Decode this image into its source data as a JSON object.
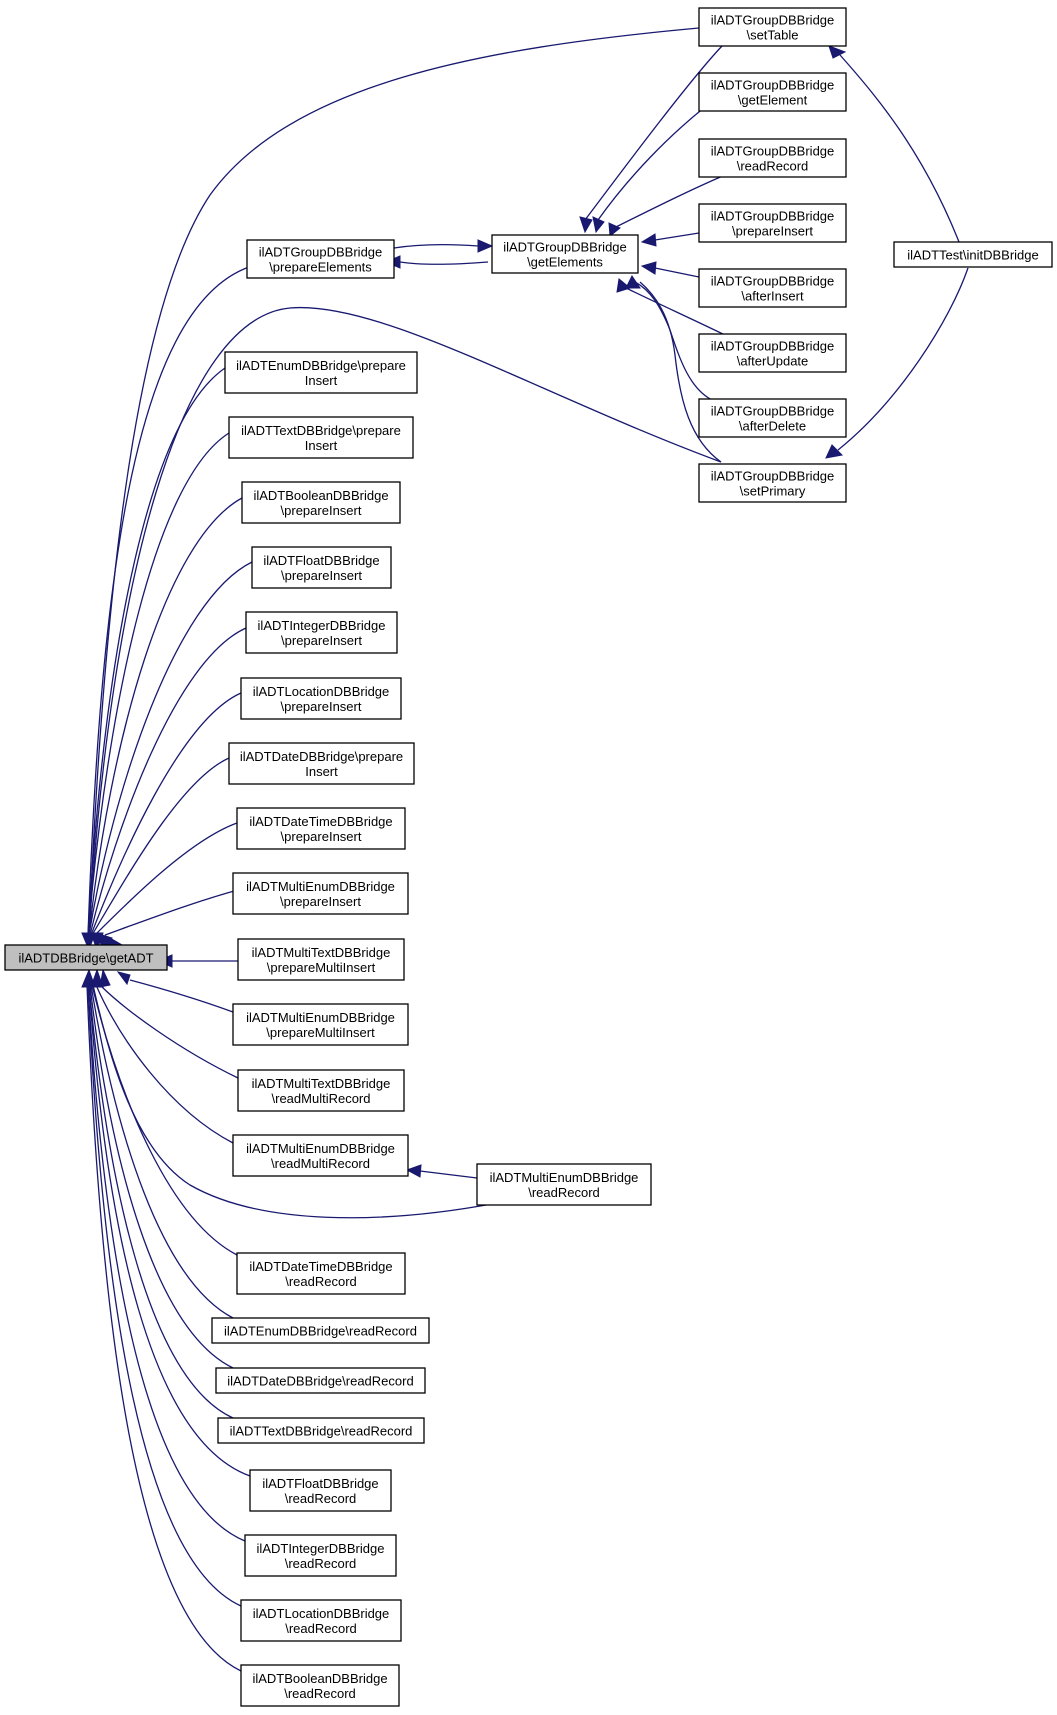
{
  "colors": {
    "edge": "#191970",
    "root_fill": "#bfbfbf",
    "node_fill": "#ffffff",
    "border": "#000000"
  },
  "nodes": {
    "root": {
      "lines": [
        "ilADTDBBridge\\getADT"
      ]
    },
    "grp_setTable": {
      "lines": [
        "ilADTGroupDBBridge",
        "\\setTable"
      ]
    },
    "grp_getElement": {
      "lines": [
        "ilADTGroupDBBridge",
        "\\getElement"
      ]
    },
    "grp_readRecord": {
      "lines": [
        "ilADTGroupDBBridge",
        "\\readRecord"
      ]
    },
    "grp_prepareInsert": {
      "lines": [
        "ilADTGroupDBBridge",
        "\\prepareInsert"
      ]
    },
    "grp_afterInsert": {
      "lines": [
        "ilADTGroupDBBridge",
        "\\afterInsert"
      ]
    },
    "grp_afterUpdate": {
      "lines": [
        "ilADTGroupDBBridge",
        "\\afterUpdate"
      ]
    },
    "grp_afterDelete": {
      "lines": [
        "ilADTGroupDBBridge",
        "\\afterDelete"
      ]
    },
    "grp_setPrimary": {
      "lines": [
        "ilADTGroupDBBridge",
        "\\setPrimary"
      ]
    },
    "test_init": {
      "lines": [
        "ilADTTest\\initDBBridge"
      ]
    },
    "grp_getElements": {
      "lines": [
        "ilADTGroupDBBridge",
        "\\getElements"
      ]
    },
    "grp_prepareElements": {
      "lines": [
        "ilADTGroupDBBridge",
        "\\prepareElements"
      ]
    },
    "enum_prepareInsert": {
      "lines": [
        "ilADTEnumDBBridge\\prepare",
        "Insert"
      ]
    },
    "text_prepareInsert": {
      "lines": [
        "ilADTTextDBBridge\\prepare",
        "Insert"
      ]
    },
    "bool_prepareInsert": {
      "lines": [
        "ilADTBooleanDBBridge",
        "\\prepareInsert"
      ]
    },
    "float_prepareInsert": {
      "lines": [
        "ilADTFloatDBBridge",
        "\\prepareInsert"
      ]
    },
    "int_prepareInsert": {
      "lines": [
        "ilADTIntegerDBBridge",
        "\\prepareInsert"
      ]
    },
    "loc_prepareInsert": {
      "lines": [
        "ilADTLocationDBBridge",
        "\\prepareInsert"
      ]
    },
    "date_prepareInsert": {
      "lines": [
        "ilADTDateDBBridge\\prepare",
        "Insert"
      ]
    },
    "dt_prepareInsert": {
      "lines": [
        "ilADTDateTimeDBBridge",
        "\\prepareInsert"
      ]
    },
    "menum_prepareInsert": {
      "lines": [
        "ilADTMultiEnumDBBridge",
        "\\prepareInsert"
      ]
    },
    "mtext_prepareMultiInsert": {
      "lines": [
        "ilADTMultiTextDBBridge",
        "\\prepareMultiInsert"
      ]
    },
    "menum_prepareMultiInsert": {
      "lines": [
        "ilADTMultiEnumDBBridge",
        "\\prepareMultiInsert"
      ]
    },
    "mtext_readMultiRecord": {
      "lines": [
        "ilADTMultiTextDBBridge",
        "\\readMultiRecord"
      ]
    },
    "menum_readMultiRecord": {
      "lines": [
        "ilADTMultiEnumDBBridge",
        "\\readMultiRecord"
      ]
    },
    "menum_readRecord": {
      "lines": [
        "ilADTMultiEnumDBBridge",
        "\\readRecord"
      ]
    },
    "dt_readRecord": {
      "lines": [
        "ilADTDateTimeDBBridge",
        "\\readRecord"
      ]
    },
    "enum_readRecord": {
      "lines": [
        "ilADTEnumDBBridge\\readRecord"
      ]
    },
    "date_readRecord": {
      "lines": [
        "ilADTDateDBBridge\\readRecord"
      ]
    },
    "text_readRecord": {
      "lines": [
        "ilADTTextDBBridge\\readRecord"
      ]
    },
    "float_readRecord": {
      "lines": [
        "ilADTFloatDBBridge",
        "\\readRecord"
      ]
    },
    "int_readRecord": {
      "lines": [
        "ilADTIntegerDBBridge",
        "\\readRecord"
      ]
    },
    "loc_readRecord": {
      "lines": [
        "ilADTLocationDBBridge",
        "\\readRecord"
      ]
    },
    "bool_readRecord": {
      "lines": [
        "ilADTBooleanDBBridge",
        "\\readRecord"
      ]
    }
  },
  "edges": [
    [
      "grp_setTable",
      "root"
    ],
    [
      "grp_prepareElements",
      "root"
    ],
    [
      "grp_setPrimary",
      "root"
    ],
    [
      "enum_prepareInsert",
      "root"
    ],
    [
      "text_prepareInsert",
      "root"
    ],
    [
      "bool_prepareInsert",
      "root"
    ],
    [
      "float_prepareInsert",
      "root"
    ],
    [
      "int_prepareInsert",
      "root"
    ],
    [
      "loc_prepareInsert",
      "root"
    ],
    [
      "date_prepareInsert",
      "root"
    ],
    [
      "dt_prepareInsert",
      "root"
    ],
    [
      "menum_prepareInsert",
      "root"
    ],
    [
      "mtext_prepareMultiInsert",
      "root"
    ],
    [
      "menum_prepareMultiInsert",
      "root"
    ],
    [
      "mtext_readMultiRecord",
      "root"
    ],
    [
      "menum_readMultiRecord",
      "root"
    ],
    [
      "menum_readRecord",
      "root"
    ],
    [
      "dt_readRecord",
      "root"
    ],
    [
      "enum_readRecord",
      "root"
    ],
    [
      "date_readRecord",
      "root"
    ],
    [
      "text_readRecord",
      "root"
    ],
    [
      "float_readRecord",
      "root"
    ],
    [
      "int_readRecord",
      "root"
    ],
    [
      "loc_readRecord",
      "root"
    ],
    [
      "bool_readRecord",
      "root"
    ],
    [
      "grp_getElements",
      "grp_prepareElements"
    ],
    [
      "grp_prepareElements",
      "grp_getElements"
    ],
    [
      "grp_setTable",
      "grp_getElements"
    ],
    [
      "grp_getElement",
      "grp_getElements"
    ],
    [
      "grp_readRecord",
      "grp_getElements"
    ],
    [
      "grp_prepareInsert",
      "grp_getElements"
    ],
    [
      "grp_afterInsert",
      "grp_getElements"
    ],
    [
      "grp_afterUpdate",
      "grp_getElements"
    ],
    [
      "grp_afterDelete",
      "grp_getElements"
    ],
    [
      "grp_setPrimary",
      "grp_getElements"
    ],
    [
      "test_init",
      "grp_setTable"
    ],
    [
      "test_init",
      "grp_setPrimary"
    ],
    [
      "menum_readRecord",
      "menum_readMultiRecord"
    ]
  ]
}
